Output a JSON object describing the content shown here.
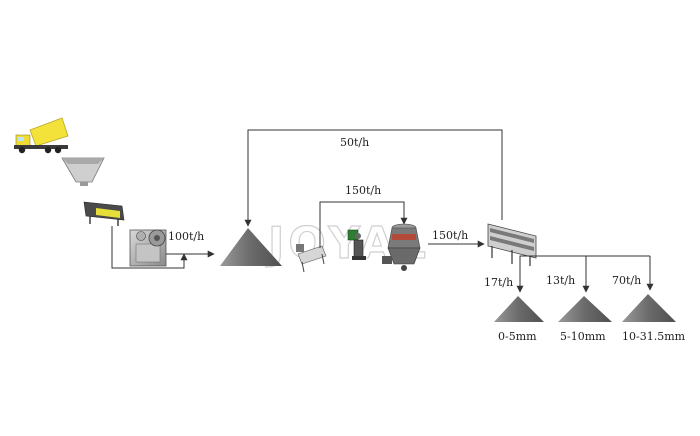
{
  "diagram": {
    "title": "Crushing and screening production line",
    "watermark": "JOYAL",
    "flows": {
      "jaw_output": "100t/h",
      "recycle": "50t/h",
      "cone_feed": "150t/h",
      "cone_output": "150t/h"
    },
    "products": [
      {
        "flow": "17t/h",
        "size": "0-5mm"
      },
      {
        "flow": "13t/h",
        "size": "5-10mm"
      },
      {
        "flow": "70t/h",
        "size": "10-31.5mm"
      }
    ],
    "equipment": [
      {
        "name": "dump-truck"
      },
      {
        "name": "hopper"
      },
      {
        "name": "vibrating-feeder"
      },
      {
        "name": "jaw-crusher"
      },
      {
        "name": "stockpile"
      },
      {
        "name": "belt-feeder"
      },
      {
        "name": "motor-drive"
      },
      {
        "name": "cone-crusher"
      },
      {
        "name": "vibrating-screen"
      }
    ],
    "colors": {
      "truck_body": "#f2e23a",
      "line": "#333333",
      "pile": "#6e6e6e",
      "machine": "#888888",
      "accent": "#2e7d32"
    }
  }
}
